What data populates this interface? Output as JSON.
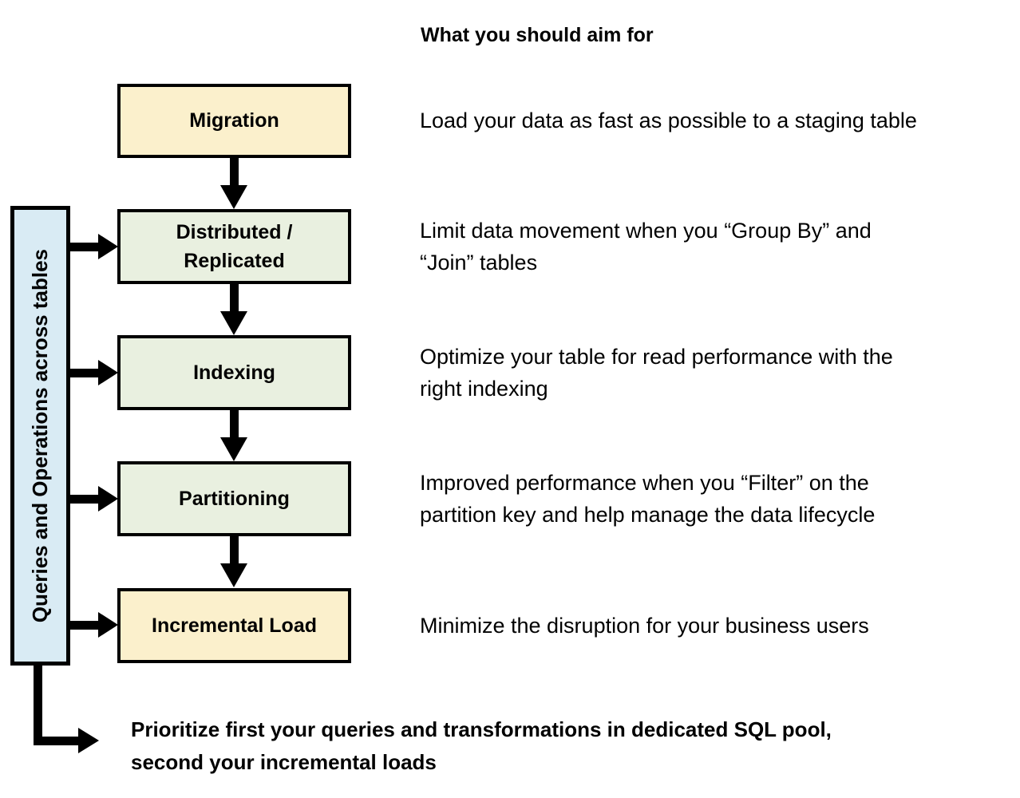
{
  "title": "What you should aim for",
  "side_bar": {
    "label": "Queries and Operations across tables"
  },
  "stages": [
    {
      "label": "Migration",
      "description": "Load your data as fast as possible to a staging table",
      "highlighted": true
    },
    {
      "label": "Distributed /\nReplicated",
      "description": "Limit data movement when you “Group By” and\n“Join” tables",
      "highlighted": false
    },
    {
      "label": "Indexing",
      "description": "Optimize your table for read performance with the\nright indexing",
      "highlighted": false
    },
    {
      "label": "Partitioning",
      "description": "Improved performance when you “Filter” on the\npartition key and help manage the data lifecycle",
      "highlighted": false
    },
    {
      "label": "Incremental Load",
      "description": "Minimize the disruption for your business users",
      "highlighted": true
    }
  ],
  "footer_note": "Prioritize first your queries and transformations in dedicated SQL pool,\nsecond your incremental loads",
  "colors": {
    "stage_highlight_fill": "#FBF0CC",
    "stage_normal_fill": "#E9F0E0",
    "side_bar_fill": "#D9EBF4",
    "outline": "#000000",
    "arrow": "#000000",
    "text": "#000000"
  }
}
